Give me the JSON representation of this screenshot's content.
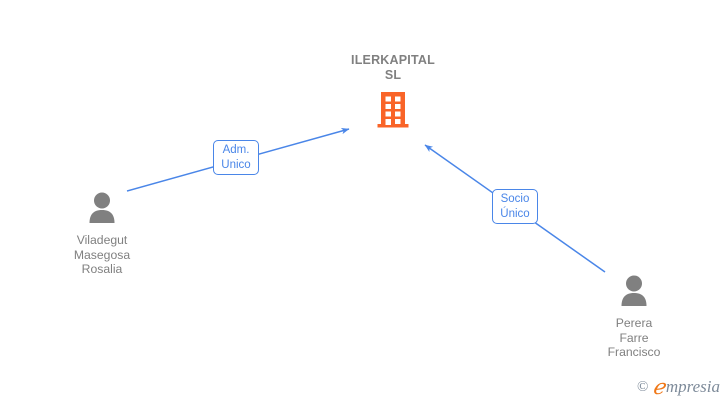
{
  "diagram": {
    "type": "org-relationship-graph",
    "background_color": "#ffffff",
    "company": {
      "name": "ILERKAPITAL\nSL",
      "icon": "building-icon",
      "icon_color": "#f96428",
      "text_color": "#808080"
    },
    "people": [
      {
        "id": "person-left",
        "name": "Viladegut\nMasegosa\nRosalia",
        "icon": "person-icon",
        "icon_color": "#808080",
        "text_color": "#808080"
      },
      {
        "id": "person-right",
        "name": "Perera\nFarre\nFrancisco",
        "icon": "person-icon",
        "icon_color": "#808080",
        "text_color": "#808080"
      }
    ],
    "relations": [
      {
        "id": "relation-adm-unico",
        "label": "Adm.\nUnico",
        "from": "person-left",
        "to": "company",
        "color": "#4a86e8"
      },
      {
        "id": "relation-socio-unico",
        "label": "Socio\nÚnico",
        "from": "person-right",
        "to": "company",
        "color": "#4a86e8"
      }
    ],
    "edge_color": "#4a86e8"
  },
  "watermark": {
    "copyright": "©",
    "brand_initial": "ℯ",
    "brand_rest": "mpresia",
    "initial_color": "#f07818",
    "text_color": "#7d8a99"
  }
}
